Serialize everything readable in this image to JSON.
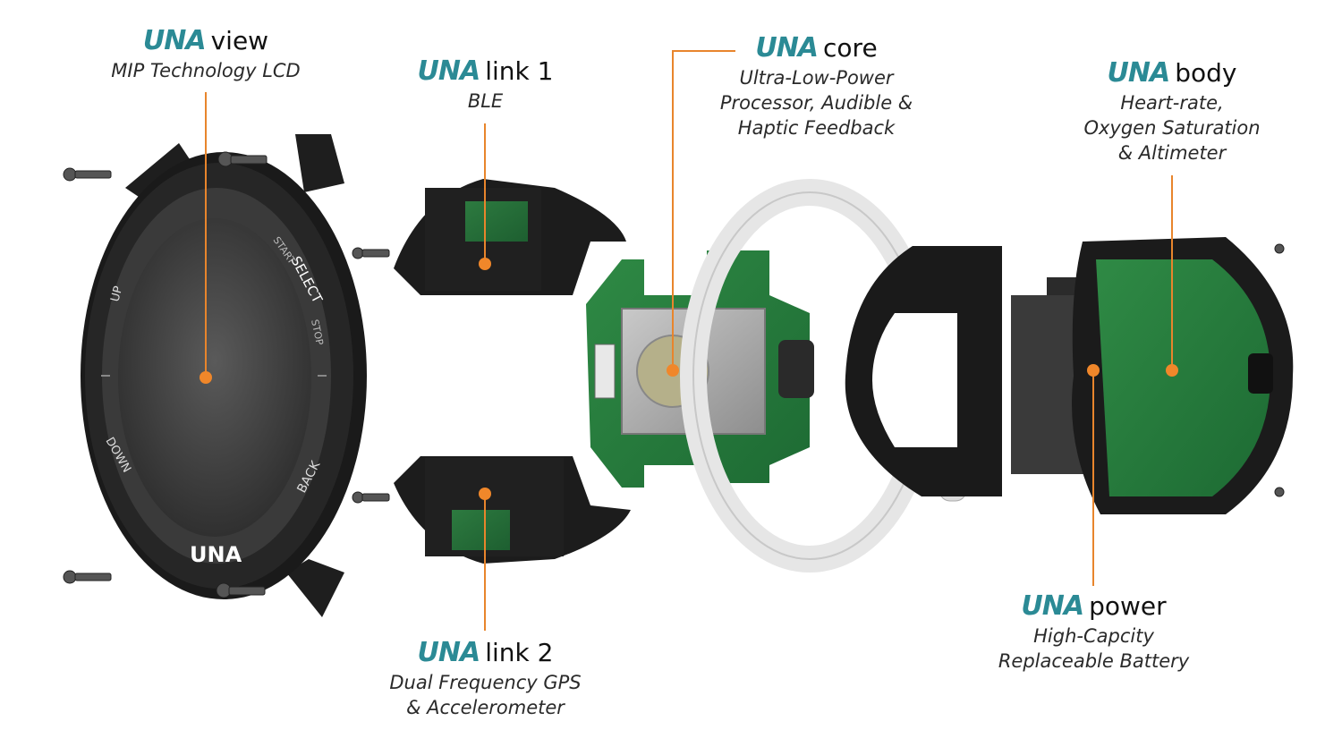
{
  "brand": "UNA",
  "accent_color": "#2b8a95",
  "leader_color": "#e8852c",
  "callouts": {
    "view": {
      "module": "view",
      "desc": [
        "MIP Technology LCD"
      ]
    },
    "link1": {
      "module": "link 1",
      "desc": [
        "BLE"
      ]
    },
    "core": {
      "module": "core",
      "desc": [
        "Ultra-Low-Power",
        "Processor, Audible &",
        "Haptic Feedback"
      ]
    },
    "body": {
      "module": "body",
      "desc": [
        "Heart-rate,",
        "Oxygen Saturation",
        "& Altimeter"
      ]
    },
    "link2": {
      "module": "link 2",
      "desc": [
        "Dual Frequency GPS",
        "& Accelerometer"
      ]
    },
    "power": {
      "module": "power",
      "desc": [
        "High-Capcity",
        "Replaceable Battery"
      ]
    }
  },
  "bezel": {
    "start": "START",
    "select": "SELECT",
    "stop": "STOP",
    "up": "UP",
    "down": "DOWN",
    "back": "BACK",
    "logo": "UNA"
  }
}
